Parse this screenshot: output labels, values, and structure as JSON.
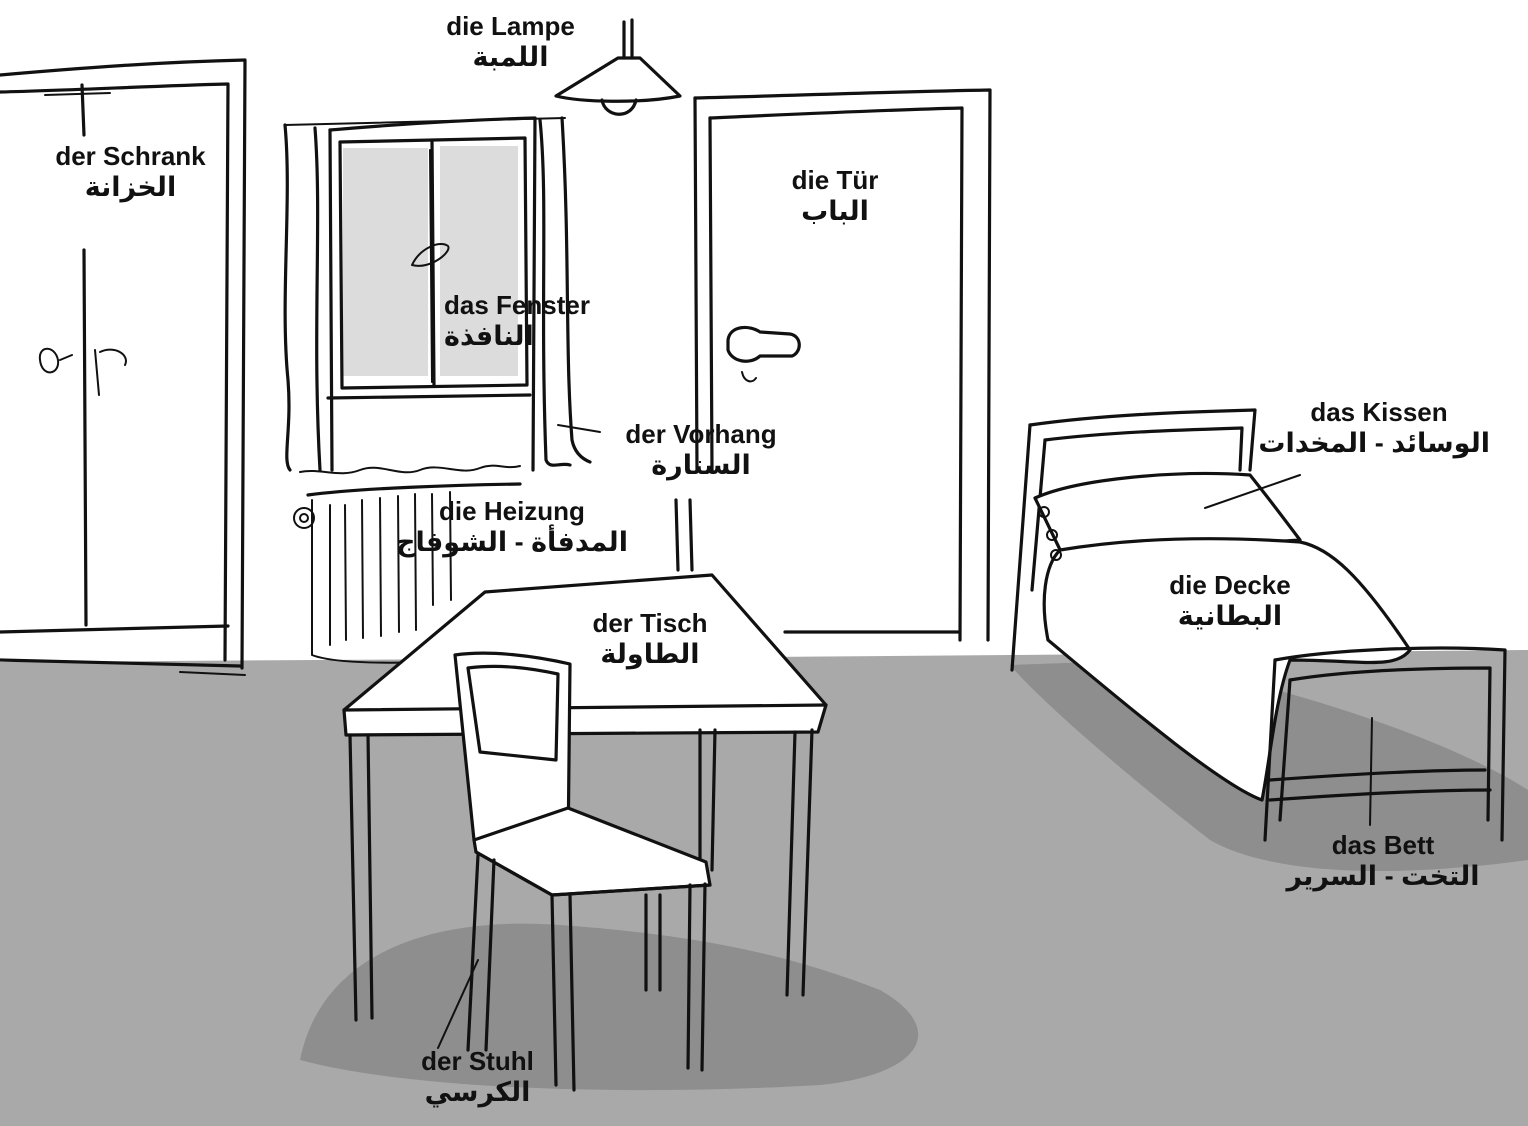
{
  "colors": {
    "floor": "#a9a9a9",
    "shadow": "#8e8e8e",
    "glass": "#dcdcdc",
    "ink": "#111111",
    "background": "#ffffff"
  },
  "labels": {
    "lamp": {
      "de": "die Lampe",
      "ar": "اللمبة"
    },
    "wardrobe": {
      "de": "der Schrank",
      "ar": "الخزانة"
    },
    "door": {
      "de": "die Tür",
      "ar": "الباب"
    },
    "window": {
      "de": "das Fenster",
      "ar": "النافذة"
    },
    "curtain": {
      "de": "der Vorhang",
      "ar": "الستارة"
    },
    "heater": {
      "de": "die Heizung",
      "ar": "المدفأة - الشوفاج"
    },
    "table": {
      "de": "der Tisch",
      "ar": "الطاولة"
    },
    "chair": {
      "de": "der Stuhl",
      "ar": "الكرسي"
    },
    "pillow": {
      "de": "das Kissen",
      "ar": "الوسائد - المخدات"
    },
    "blanket": {
      "de": "die Decke",
      "ar": "البطانية"
    },
    "bed": {
      "de": "das Bett",
      "ar": "التخت - السرير"
    }
  }
}
